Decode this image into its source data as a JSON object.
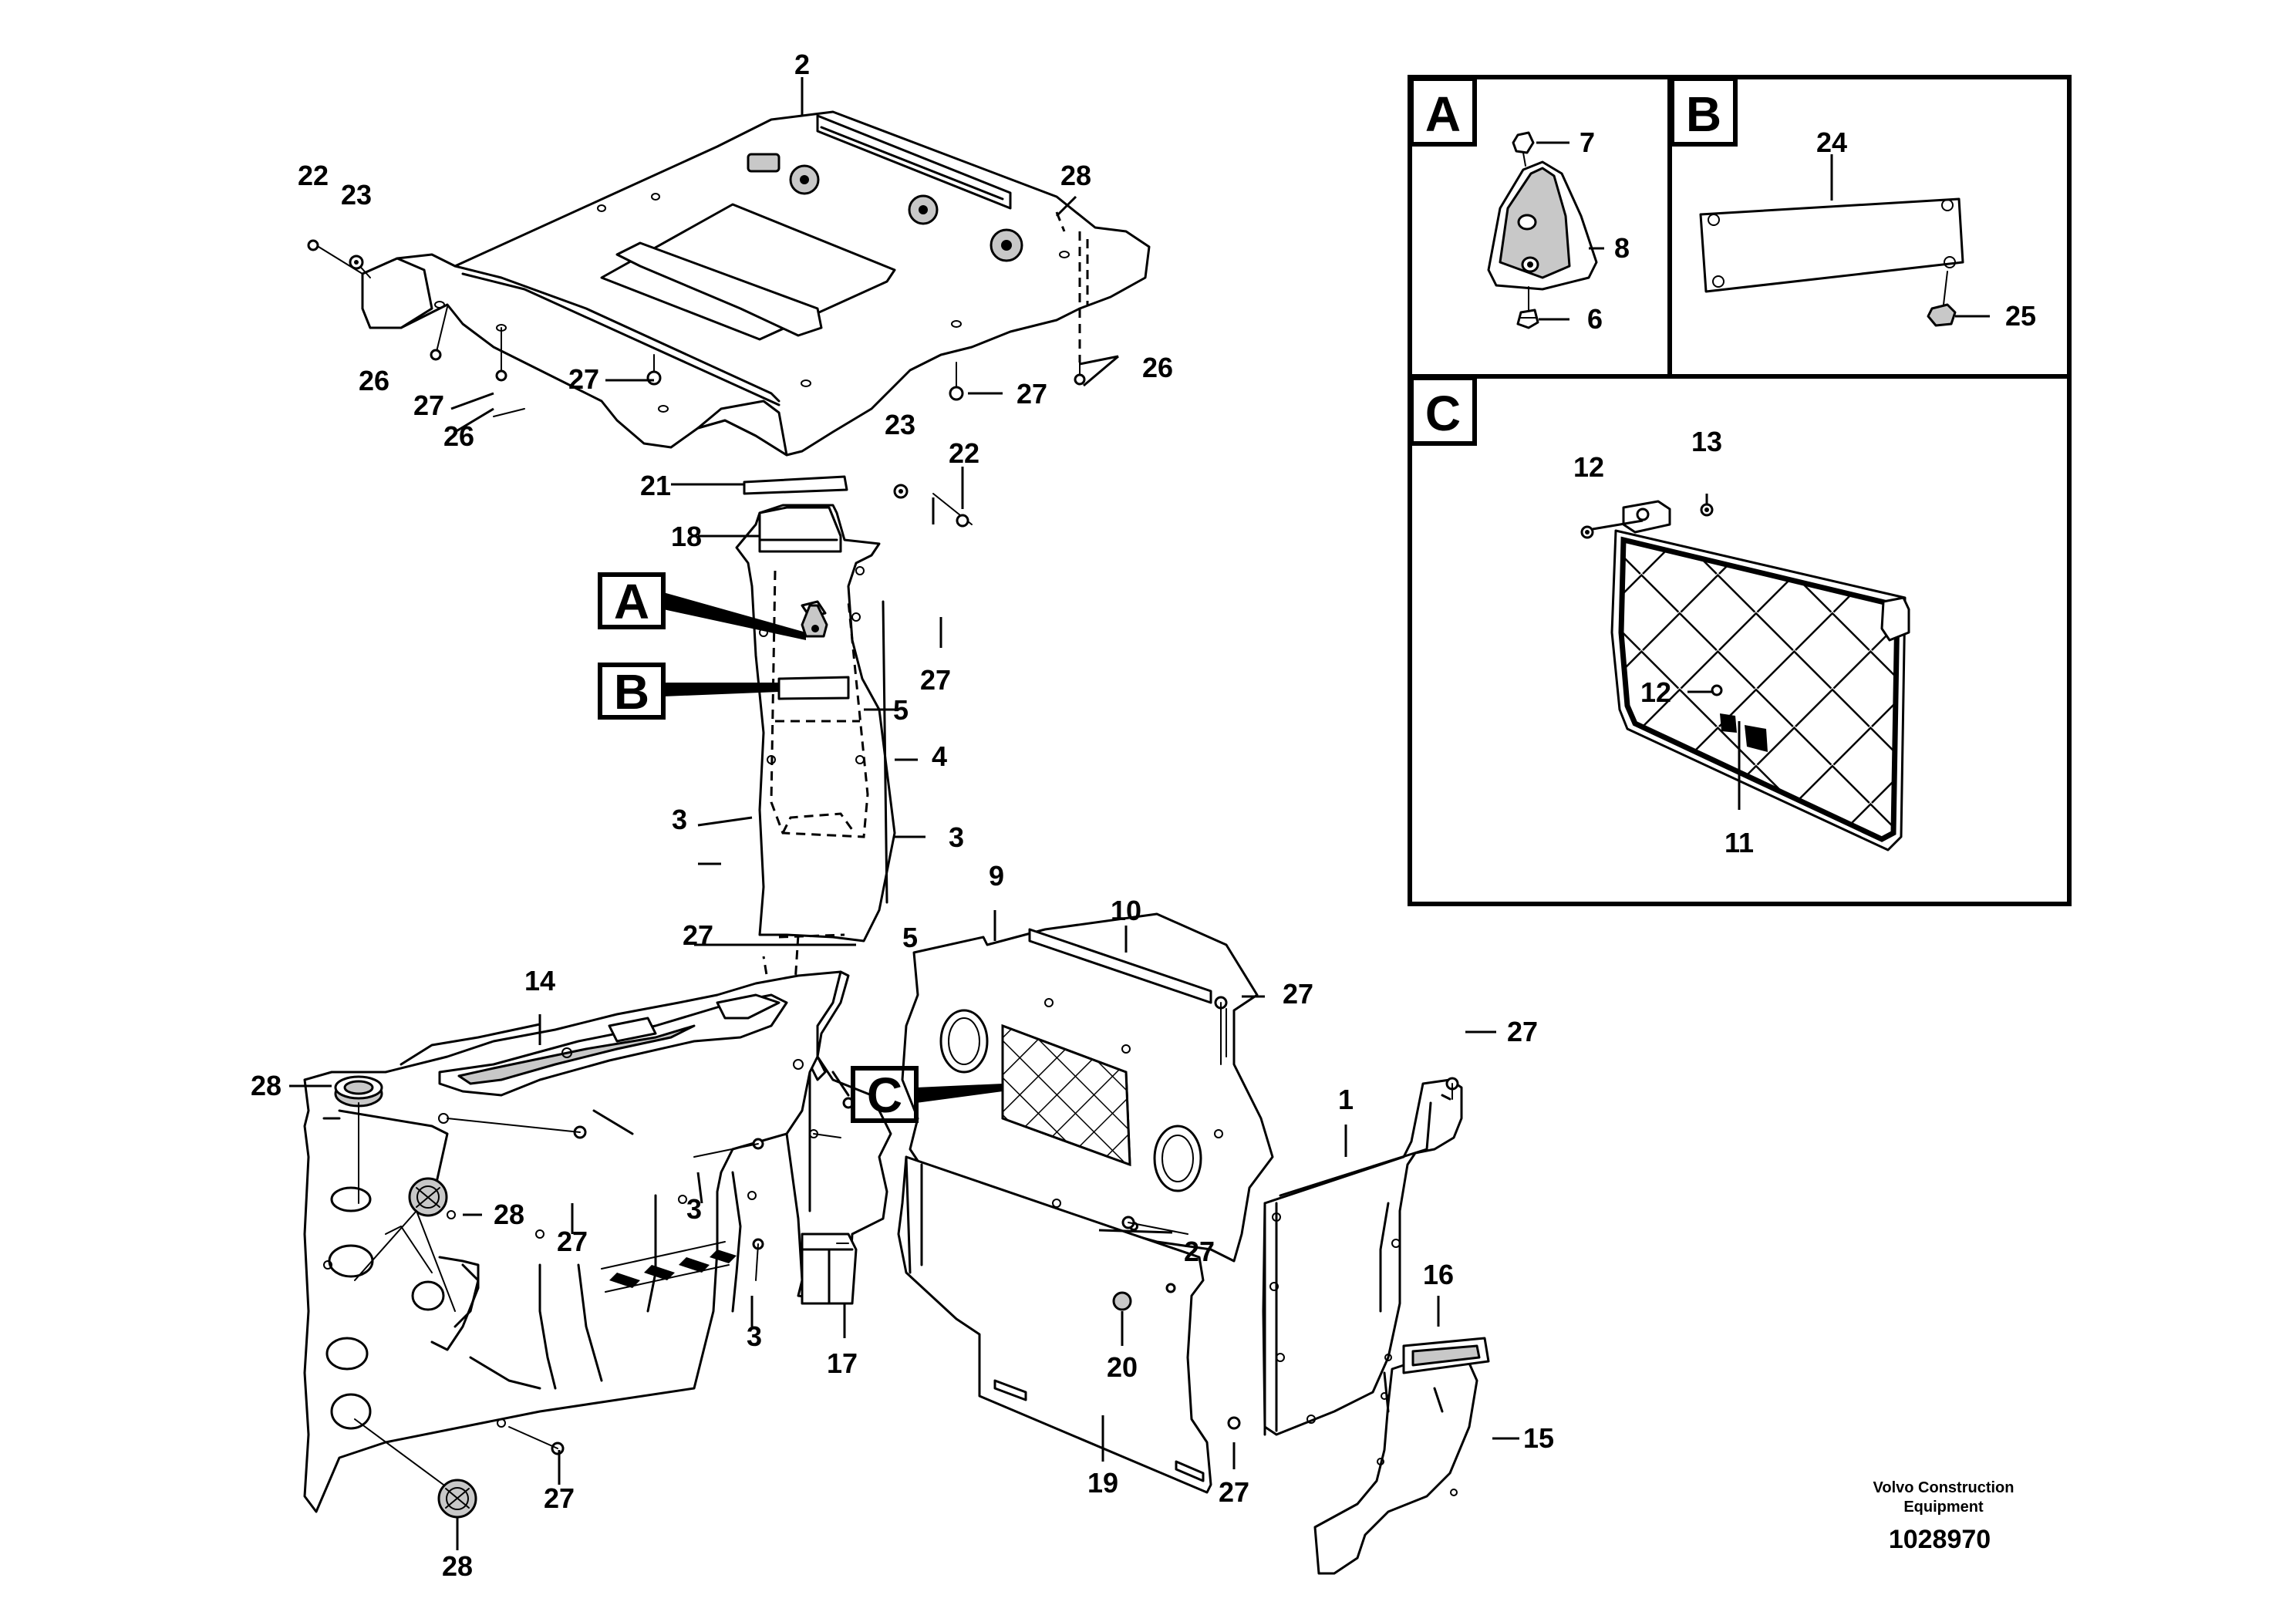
{
  "parts": {
    "p2": "2",
    "p22a": "22",
    "p23a": "23",
    "p28a": "28",
    "p26a": "26",
    "p27a": "27",
    "p26b": "26",
    "p27b": "27",
    "p27c": "27",
    "p26c": "26",
    "p23b": "23",
    "p22b": "22",
    "p21": "21",
    "p18": "18",
    "p27d": "27",
    "p5a": "5",
    "p4": "4",
    "p3a": "3",
    "p3b": "3",
    "p27e": "27",
    "p5b": "5",
    "p9": "9",
    "p10": "10",
    "p27f": "27",
    "p14": "14",
    "p28b": "28",
    "p27g": "27",
    "p1": "1",
    "p28c": "28",
    "p27h": "27",
    "p3c": "3",
    "p3d": "3",
    "p27i": "27",
    "p17": "17",
    "p20": "20",
    "p16": "16",
    "p15": "15",
    "p27j": "27",
    "p19": "19",
    "p27k": "27",
    "p28d": "28"
  },
  "callouts": {
    "a": "A",
    "b": "B",
    "c": "C"
  },
  "details": {
    "a": {
      "letter": "A",
      "p7": "7",
      "p8": "8",
      "p6": "6"
    },
    "b": {
      "letter": "B",
      "p24": "24",
      "p25": "25"
    },
    "c": {
      "letter": "C",
      "p13": "13",
      "p12a": "12",
      "p12b": "12",
      "p11": "11"
    }
  },
  "footer": {
    "line1": "Volvo Construction",
    "line2": "Equipment",
    "code": "1028970"
  }
}
